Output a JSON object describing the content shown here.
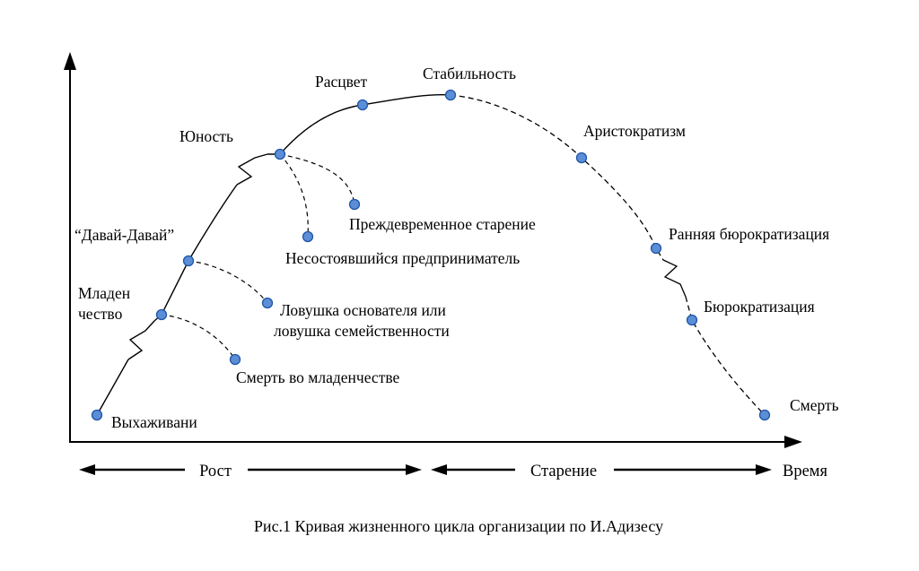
{
  "caption": "Рис.1  Кривая жизненного цикла организации по И.Адизесу",
  "axes": {
    "growth": "Рост",
    "aging": "Старение",
    "time": "Время"
  },
  "stages": {
    "vyhazhivanie": "Выхаживани",
    "mladen_line1": "Младен",
    "mladen_line2": "чество",
    "davai_davai": "“Давай-Давай”",
    "yunost": "Юность",
    "rascvet": "Расцвет",
    "stabilnost": "Стабильность",
    "aristokratizm": "Аристократизм",
    "rannyaya_byurokratizatsiya": "Ранняя бюрократизация",
    "byurokratizatsiya": "Бюрократизация",
    "smert": "Смерть"
  },
  "traps": {
    "prezhdevremennoe_starenie": "Преждевременное старение",
    "nesostoyavshiisya_predprinimatel": "Несостоявшийся предприниматель",
    "lovushka_line1": "Ловушка основателя или",
    "lovushka_line2": "ловушка семейственности",
    "smert_vo_mladenchestve": "Смерть во младенчестве"
  },
  "colors": {
    "point_fill": "#5b8ed6",
    "point_stroke": "#1f55a8",
    "line": "#000000"
  }
}
